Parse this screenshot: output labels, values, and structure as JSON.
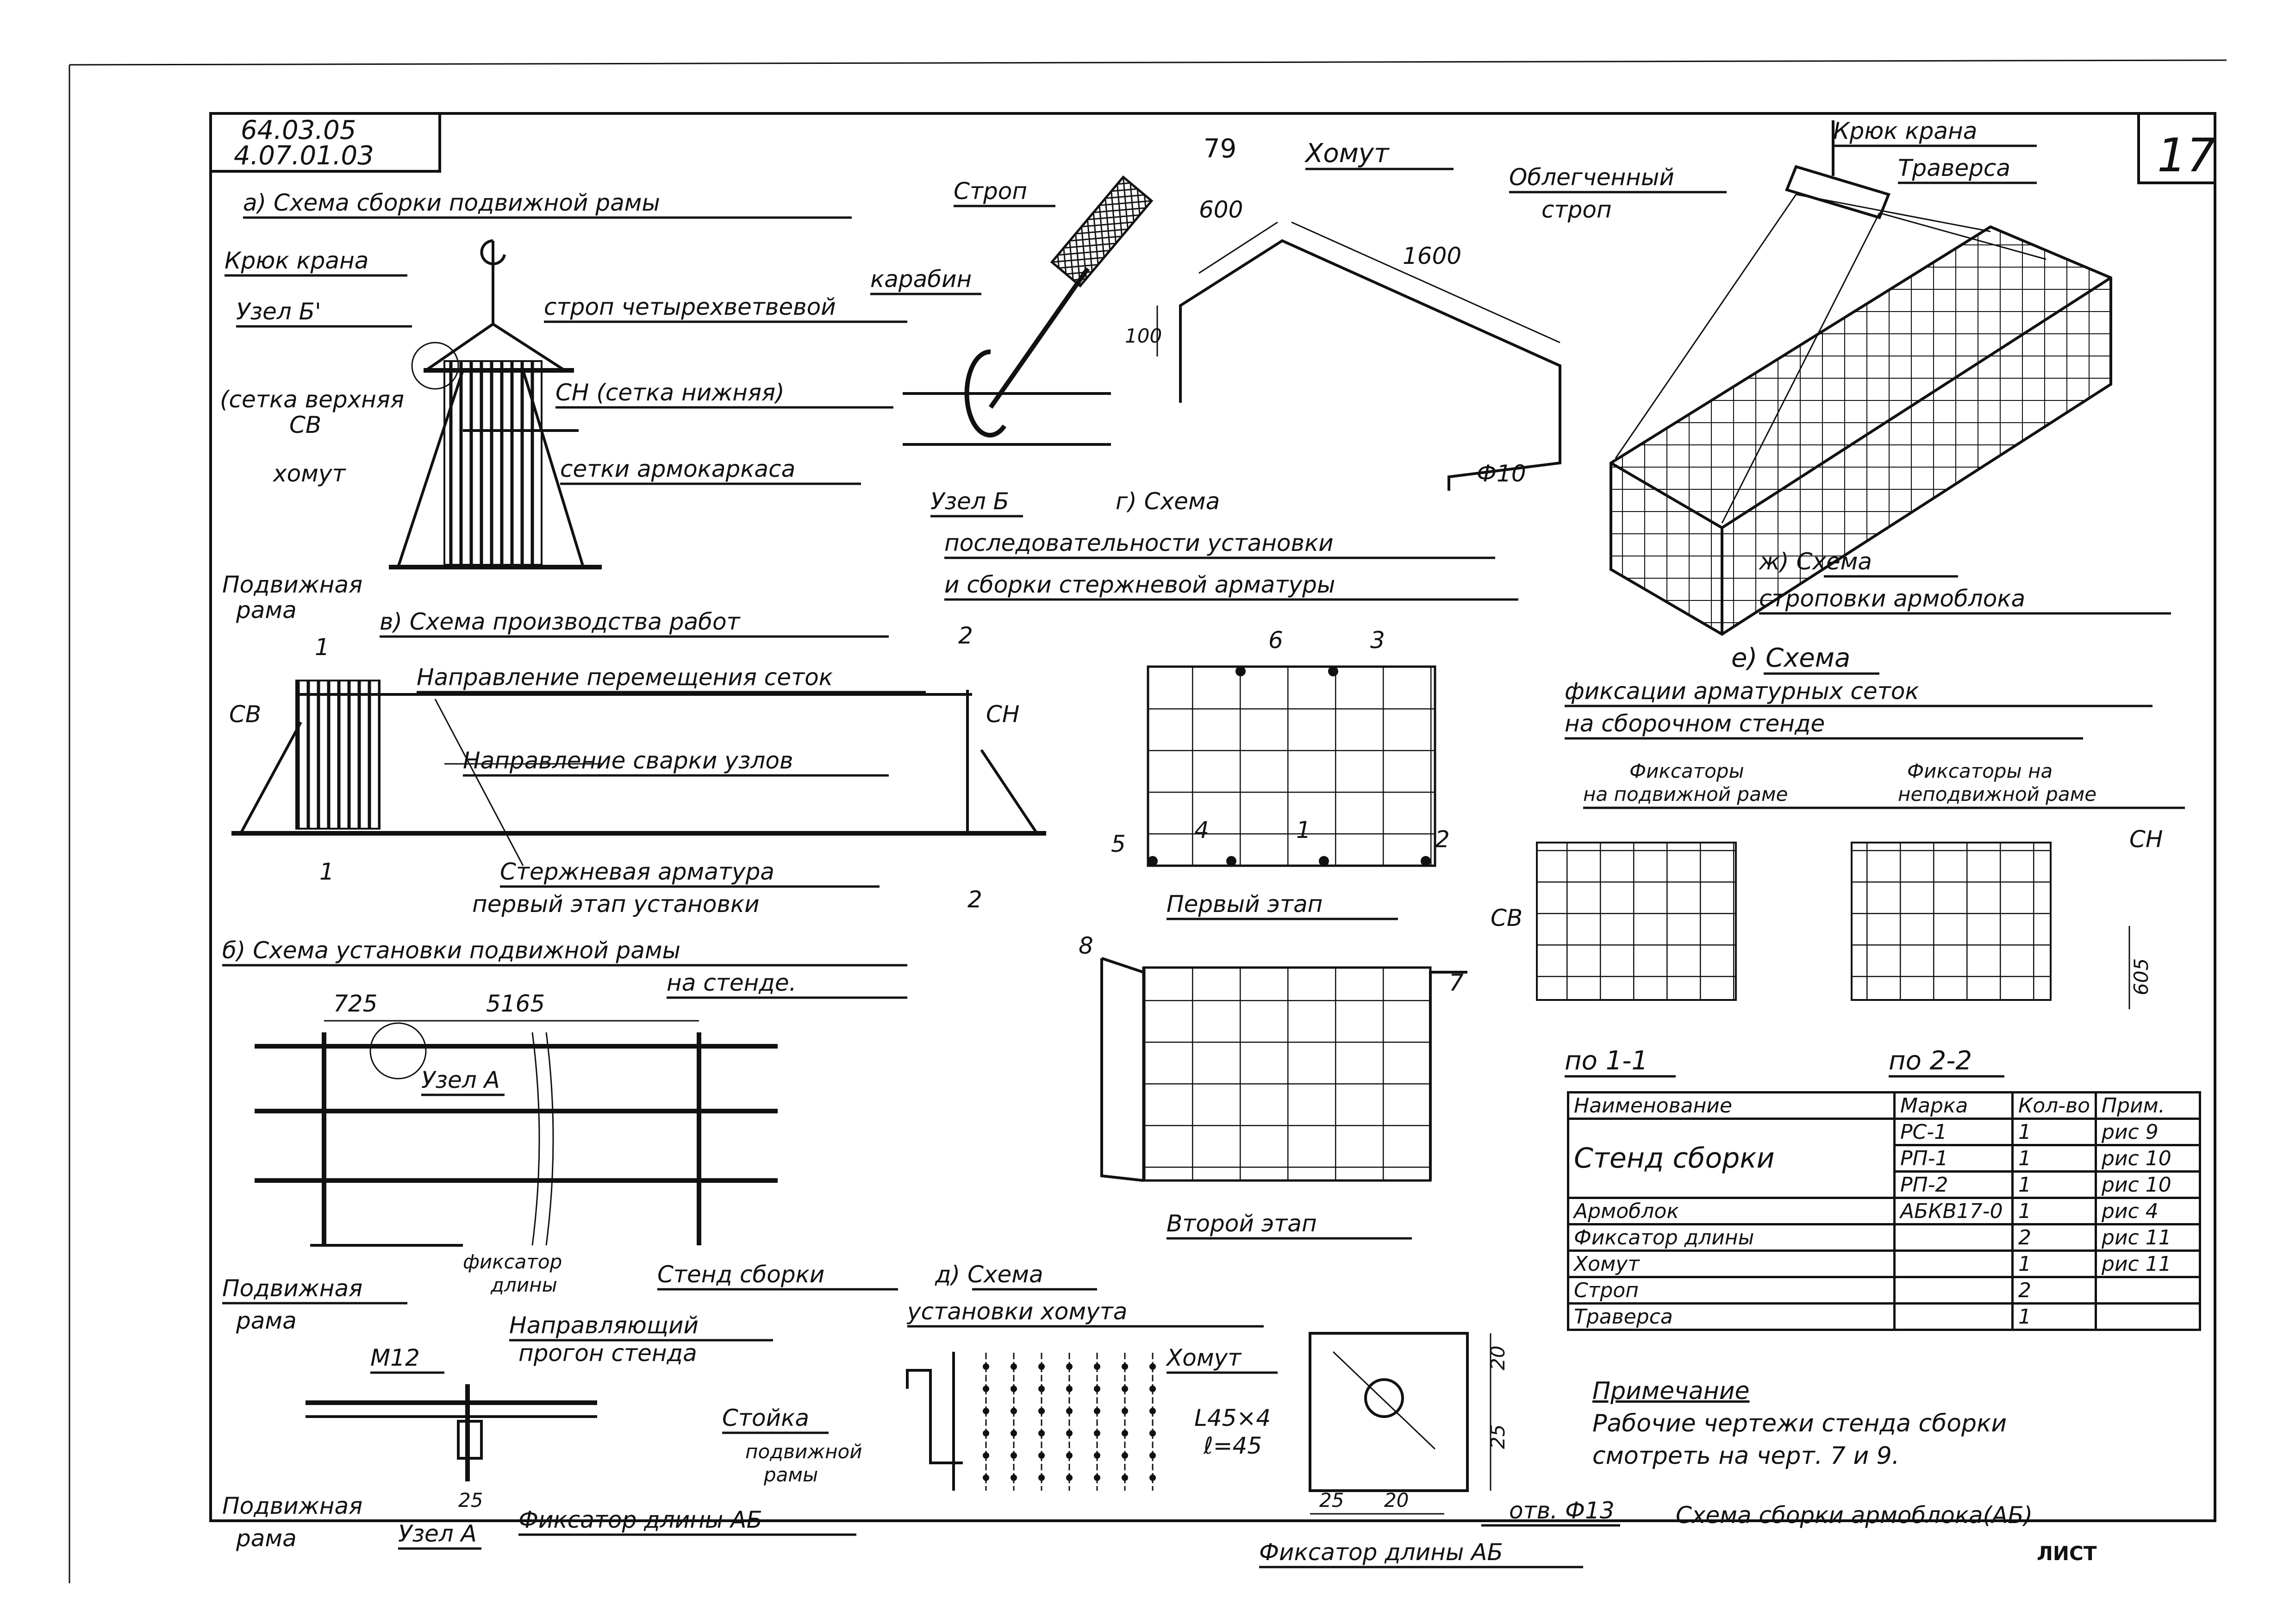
{
  "sheet": {
    "code1": "64.03.05",
    "code2": "4.07.01.03",
    "page_number": "79",
    "sheet_number": "17",
    "footer_title": "Схема сборки армоблока(АБ)",
    "footer_sheet": "ЛИСТ"
  },
  "sections": {
    "a_title": "а) Схема сборки подвижной рамы",
    "b_title": "б) Схема установки подвижной рамы",
    "b_title2": "на стенде.",
    "v_title": "в) Схема производства работ",
    "g_title1": "г) Схема",
    "g_title2": "последовательности установки",
    "g_title3": "и сборки стержневой арматуры",
    "d_title1": "д) Схема",
    "d_title2": "установки хомута",
    "e_title1": "е) Схема",
    "e_title2": "фиксации арматурных сеток",
    "e_title3": "на сборочном стенде",
    "zh_title1": "ж) Схема",
    "zh_title2": "строповки армоблока",
    "khomut_title": "Хомут"
  },
  "labels": {
    "kryuk_krana": "Крюк крана",
    "uzel_b": "Узел Б'",
    "strop_4": "строп четырехветвевой",
    "setka_verkh": "(сетка верхняя",
    "sv": "СВ",
    "sn_setka": "СН (сетка нижняя)",
    "khomut": "хомут",
    "setki_armokarkasa": "сетки армокаркаса",
    "podvizhnaya": "Подвижная",
    "rama": "рама",
    "strop": "Строп",
    "karabin": "карабин",
    "uzel_b2": "Узел Б",
    "dim_600": "600",
    "dim_1600": "1600",
    "dim_100": "100",
    "dim_phi10": "Ф10",
    "oblegchenny": "Облегченный",
    "strop2": "строп",
    "kryuk_krana2": "Крюк крана",
    "traversa": "Траверса",
    "napr_peremeshch": "Направление перемещения сеток",
    "napr_svarki": "Направление сварки узлов",
    "sn": "СН",
    "sterzhnevaya": "Стержневая арматура",
    "pervy_etap_ust": "первый этап установки",
    "sec1": "1",
    "sec2": "2",
    "n6": "6",
    "n3": "3",
    "n5": "5",
    "n4": "4",
    "n1": "1",
    "n2": "2",
    "n8": "8",
    "n7": "7",
    "pervy_etap": "Первый этап",
    "vtoroy_etap": "Второй этап",
    "fiks_podv": "Фиксаторы",
    "fiks_podv2": "на подвижной раме",
    "fiks_nepodv": "Фиксаторы на",
    "fiks_nepodv2": "неподвижной раме",
    "dim_605": "605",
    "po11": "по 1-1",
    "po22": "по 2-2",
    "dim_725": "725",
    "dim_5165": "5165",
    "uzel_a": "Узел А",
    "fiksator_dliny": "фиксатор",
    "fiksator_dliny2": "длины",
    "stend_sborki": "Стенд сборки",
    "napravl": "Направляющий",
    "progon": "прогон стенда",
    "m12": "М12",
    "dim_25": "25",
    "fiksator_ab": "Фиксатор длины АБ",
    "uzel_a2": "Узел А",
    "stoyka": "Стойка",
    "stoyka2": "подвижной",
    "stoyka3": "рамы",
    "angle": "L45×4",
    "angle_l": "ℓ=45",
    "dim_20a": "20",
    "dim_25a": "25",
    "dim_25b": "25",
    "dim_20b": "20",
    "otv": "отв. Ф13",
    "fiksator_ab2": "Фиксатор длины АБ"
  },
  "spec_table": {
    "headers": [
      "Наименование",
      "Марка",
      "Кол-во",
      "Прим."
    ],
    "rows": [
      {
        "name": "Стенд сборки",
        "mark": "РС-1",
        "qty": "1",
        "note": "рис 9"
      },
      {
        "name": "",
        "mark": "РП-1",
        "qty": "1",
        "note": "рис 10"
      },
      {
        "name": "",
        "mark": "РП-2",
        "qty": "1",
        "note": "рис 10"
      },
      {
        "name": "Армоблок",
        "mark": "АБКВ17-0",
        "qty": "1",
        "note": "рис 4"
      },
      {
        "name": "Фиксатор длины",
        "mark": "",
        "qty": "2",
        "note": "рис 11"
      },
      {
        "name": "Хомут",
        "mark": "",
        "qty": "1",
        "note": "рис 11"
      },
      {
        "name": "Строп",
        "mark": "",
        "qty": "2",
        "note": ""
      },
      {
        "name": "Траверса",
        "mark": "",
        "qty": "1",
        "note": ""
      }
    ]
  },
  "note": {
    "title": "Примечание",
    "line1": "Рабочие чертежи стенда сборки",
    "line2": "смотреть на черт. 7 и 9."
  }
}
